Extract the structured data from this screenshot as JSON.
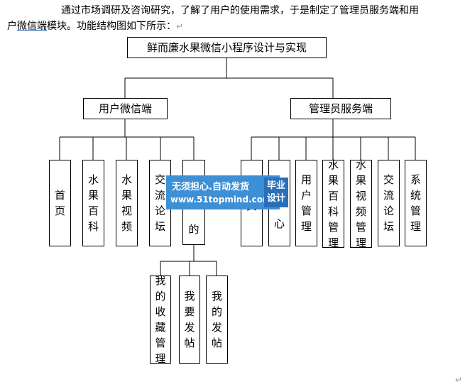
{
  "intro": {
    "line1": "通过市场调研及咨询研究，了解了用户的使用需求，于是制定了管理员服务端和用",
    "line2_pre": "户",
    "line2_link": "微信端",
    "line2_post": "模块。功能结构图如下所示：",
    "para_mark": "↵"
  },
  "root": {
    "label": "鲜而廉水果微信小程序设计与实现"
  },
  "user_branch": {
    "label": "用户微信端",
    "children": [
      {
        "text": "首页"
      },
      {
        "text": "水果百科"
      },
      {
        "text": "水果视频"
      },
      {
        "text": "交流论坛"
      },
      {
        "text": "的"
      }
    ],
    "sub_children": [
      {
        "text": "我的收藏管理"
      },
      {
        "text": "我要发帖"
      },
      {
        "text": "我的发帖"
      }
    ]
  },
  "admin_branch": {
    "label": "管理员服务端",
    "children": [
      {
        "text": "贞"
      },
      {
        "text": "心"
      },
      {
        "text": "用户管理"
      },
      {
        "text": "水果百科管理"
      },
      {
        "text": "水果视频管理"
      },
      {
        "text": "交流论坛"
      },
      {
        "text": "系统管理"
      }
    ]
  },
  "watermark": {
    "line1": "无须担心.自动发货",
    "line2": "www.51topmind.com",
    "badge1": "毕业",
    "badge2": "设计",
    "color": "#3d8fd6"
  },
  "end_mark": "↵"
}
